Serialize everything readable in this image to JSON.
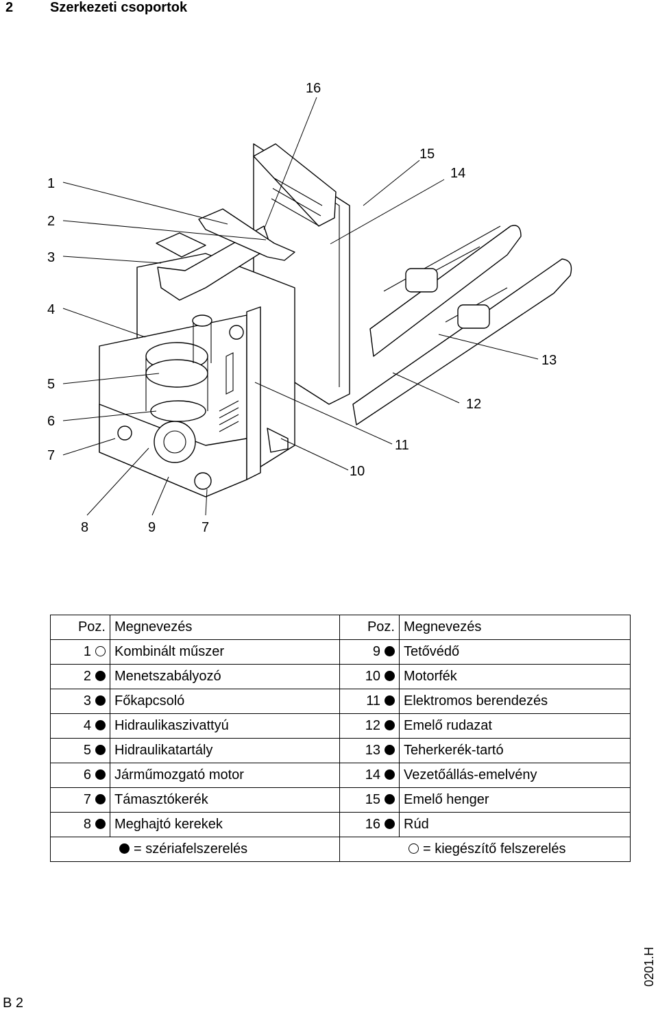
{
  "header": {
    "section_number": "2",
    "section_title": "Szerkezeti csoportok"
  },
  "figure": {
    "callouts": [
      "16",
      "15",
      "14",
      "1",
      "2",
      "3",
      "4",
      "5",
      "6",
      "7",
      "13",
      "12",
      "11",
      "10",
      "8",
      "9",
      "7"
    ]
  },
  "legend": {
    "headers": {
      "pos": "Poz.",
      "name": "Megnevezés"
    },
    "rows": [
      {
        "left_pos": "1",
        "left_type": "optional",
        "left_name": "Kombinált műszer",
        "right_pos": "9",
        "right_type": "standard",
        "right_name": "Tetővédő"
      },
      {
        "left_pos": "2",
        "left_type": "standard",
        "left_name": "Menetszabályozó",
        "right_pos": "10",
        "right_type": "standard",
        "right_name": "Motorfék"
      },
      {
        "left_pos": "3",
        "left_type": "standard",
        "left_name": "Főkapcsoló",
        "right_pos": "11",
        "right_type": "standard",
        "right_name": "Elektromos berendezés"
      },
      {
        "left_pos": "4",
        "left_type": "standard",
        "left_name": "Hidraulikaszivattyú",
        "right_pos": "12",
        "right_type": "standard",
        "right_name": "Emelő rudazat"
      },
      {
        "left_pos": "5",
        "left_type": "standard",
        "left_name": "Hidraulikatartály",
        "right_pos": "13",
        "right_type": "standard",
        "right_name": "Teherkerék-tartó"
      },
      {
        "left_pos": "6",
        "left_type": "standard",
        "left_name": "Járműmozgató motor",
        "right_pos": "14",
        "right_type": "standard",
        "right_name": "Vezetőállás-emelvény"
      },
      {
        "left_pos": "7",
        "left_type": "standard",
        "left_name": "Támasztókerék",
        "right_pos": "15",
        "right_type": "standard",
        "right_name": "Emelő henger"
      },
      {
        "left_pos": "8",
        "left_type": "standard",
        "left_name": "Meghajtó kerekek",
        "right_pos": "16",
        "right_type": "standard",
        "right_name": "Rúd"
      }
    ],
    "footer": {
      "standard": "= szériafelszerelés",
      "optional": "= kiegészítő felszerelés"
    }
  },
  "footer": {
    "page": "B 2",
    "code": "0201.H"
  }
}
